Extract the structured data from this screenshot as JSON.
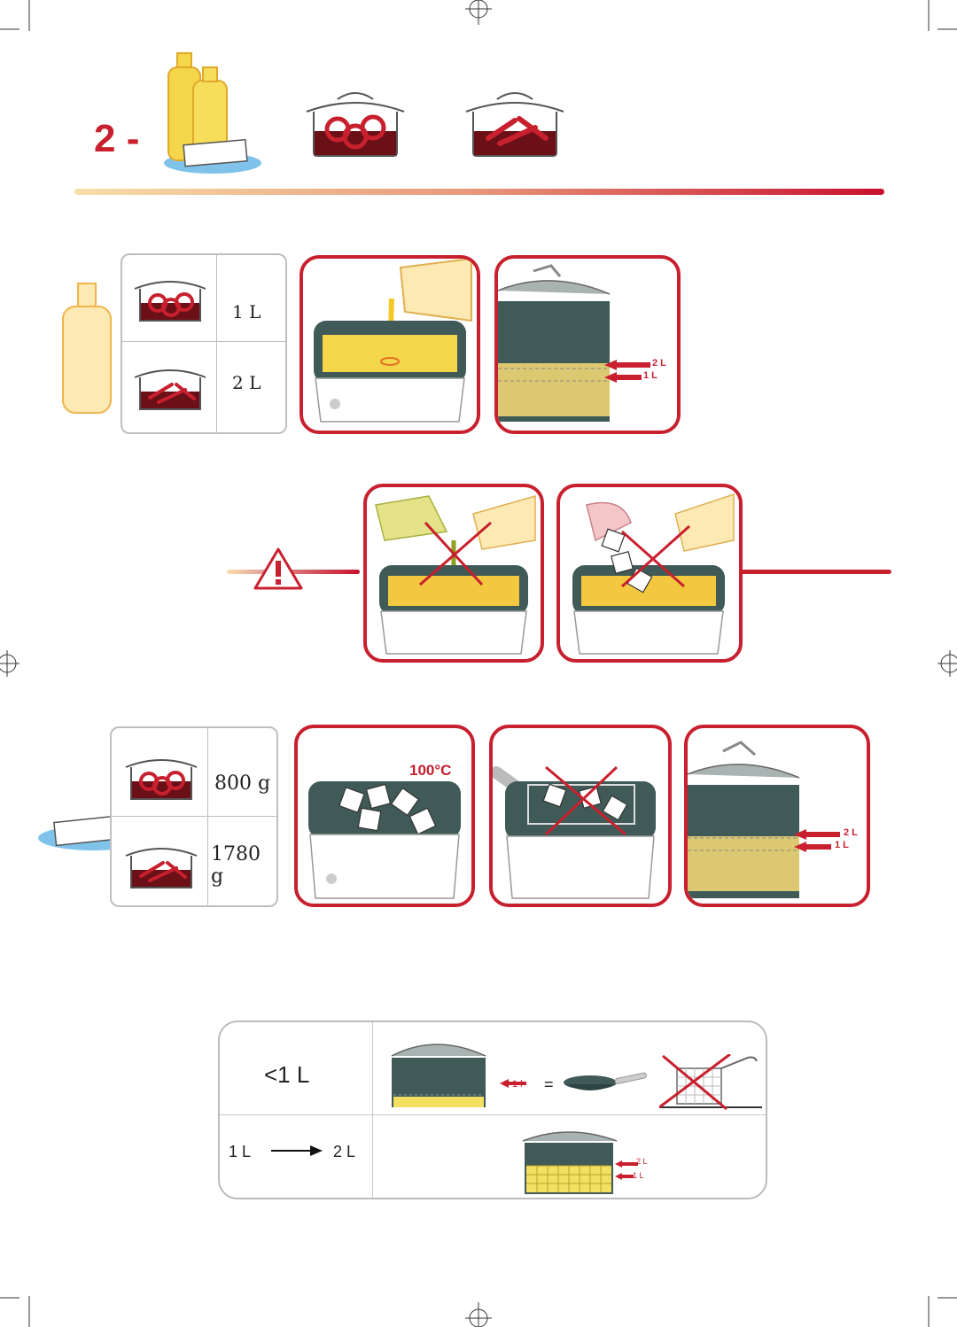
{
  "step": {
    "number": "2 -"
  },
  "colors": {
    "accent": "#c8202e",
    "oil": "#f3d64a",
    "fryer": "#3f5a57",
    "ice": "#7fc3ea"
  },
  "oil_table": {
    "rows": [
      {
        "icon": "onion-rings-pot-icon",
        "value": "1 L"
      },
      {
        "icon": "fries-pot-icon",
        "value": "2 L"
      }
    ]
  },
  "level_marks": {
    "max": "2 L",
    "min": "1 L"
  },
  "fat_table": {
    "rows": [
      {
        "icon": "onion-rings-pot-icon",
        "value": "800 g"
      },
      {
        "icon": "fries-pot-icon",
        "value": "1780 g"
      }
    ],
    "temperature": "100°C"
  },
  "bottom": {
    "row1_label": "<1 L",
    "row1_level": "1 l",
    "equals": "=",
    "row2_from": "1 L",
    "row2_to": "2 L"
  }
}
